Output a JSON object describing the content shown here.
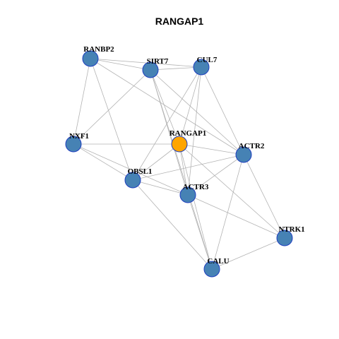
{
  "title": "RANGAP1",
  "colors": {
    "node_default": "#4682b4",
    "node_center": "#ffa500",
    "node_border": "#1f3fbf",
    "edge": "#b3b3b3"
  },
  "nodes": [
    {
      "id": "RANBP2",
      "label": "RANBP2",
      "center": false
    },
    {
      "id": "SIRT7",
      "label": "SIRT7",
      "center": false
    },
    {
      "id": "CUL7",
      "label": "CUL7",
      "center": false
    },
    {
      "id": "NXF1",
      "label": "NXF1",
      "center": false
    },
    {
      "id": "RANGAP1",
      "label": "RANGAP1",
      "center": true
    },
    {
      "id": "ACTR2",
      "label": "ACTR2",
      "center": false
    },
    {
      "id": "OBSL1",
      "label": "OBSL1",
      "center": false
    },
    {
      "id": "ACTR3",
      "label": "ACTR3",
      "center": false
    },
    {
      "id": "NTRK1",
      "label": "NTRK1",
      "center": false
    },
    {
      "id": "CALU",
      "label": "CALU",
      "center": false
    }
  ],
  "edges": [
    [
      "RANBP2",
      "SIRT7"
    ],
    [
      "RANBP2",
      "CUL7"
    ],
    [
      "RANBP2",
      "NXF1"
    ],
    [
      "RANBP2",
      "OBSL1"
    ],
    [
      "RANBP2",
      "ACTR2"
    ],
    [
      "SIRT7",
      "CUL7"
    ],
    [
      "SIRT7",
      "NXF1"
    ],
    [
      "SIRT7",
      "ACTR3"
    ],
    [
      "SIRT7",
      "ACTR2"
    ],
    [
      "SIRT7",
      "CALU"
    ],
    [
      "SIRT7",
      "RANGAP1"
    ],
    [
      "CUL7",
      "OBSL1"
    ],
    [
      "CUL7",
      "RANGAP1"
    ],
    [
      "CUL7",
      "ACTR3"
    ],
    [
      "CUL7",
      "ACTR2"
    ],
    [
      "NXF1",
      "RANGAP1"
    ],
    [
      "NXF1",
      "OBSL1"
    ],
    [
      "NXF1",
      "ACTR3"
    ],
    [
      "RANGAP1",
      "ACTR2"
    ],
    [
      "RANGAP1",
      "OBSL1"
    ],
    [
      "RANGAP1",
      "ACTR3"
    ],
    [
      "RANGAP1",
      "CALU"
    ],
    [
      "RANGAP1",
      "NTRK1"
    ],
    [
      "OBSL1",
      "ACTR2"
    ],
    [
      "OBSL1",
      "ACTR3"
    ],
    [
      "OBSL1",
      "CALU"
    ],
    [
      "ACTR2",
      "ACTR3"
    ],
    [
      "ACTR2",
      "NTRK1"
    ],
    [
      "ACTR2",
      "CALU"
    ],
    [
      "ACTR3",
      "NTRK1"
    ],
    [
      "ACTR3",
      "CALU"
    ],
    [
      "NTRK1",
      "CALU"
    ]
  ]
}
